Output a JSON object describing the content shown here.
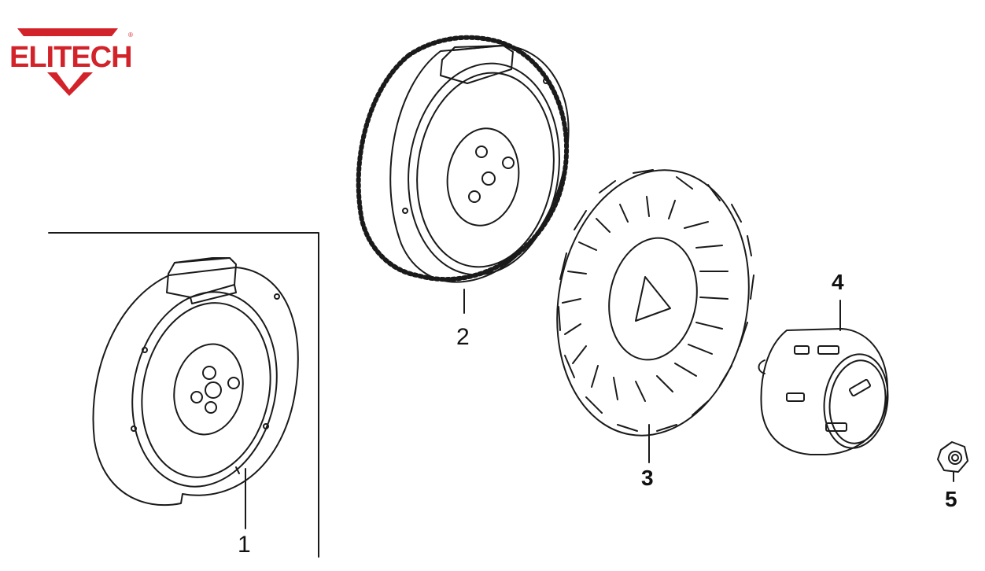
{
  "brand": {
    "name": "ELITECH",
    "registered_mark": "®",
    "color": "#d2232a"
  },
  "callouts": [
    {
      "id": "1",
      "label": "1",
      "style": "thin"
    },
    {
      "id": "2",
      "label": "2",
      "style": "thin"
    },
    {
      "id": "3",
      "label": "3",
      "style": "bold"
    },
    {
      "id": "4",
      "label": "4",
      "style": "bold"
    },
    {
      "id": "5",
      "label": "5",
      "style": "bold"
    }
  ],
  "line_color": "#1a1a1a"
}
